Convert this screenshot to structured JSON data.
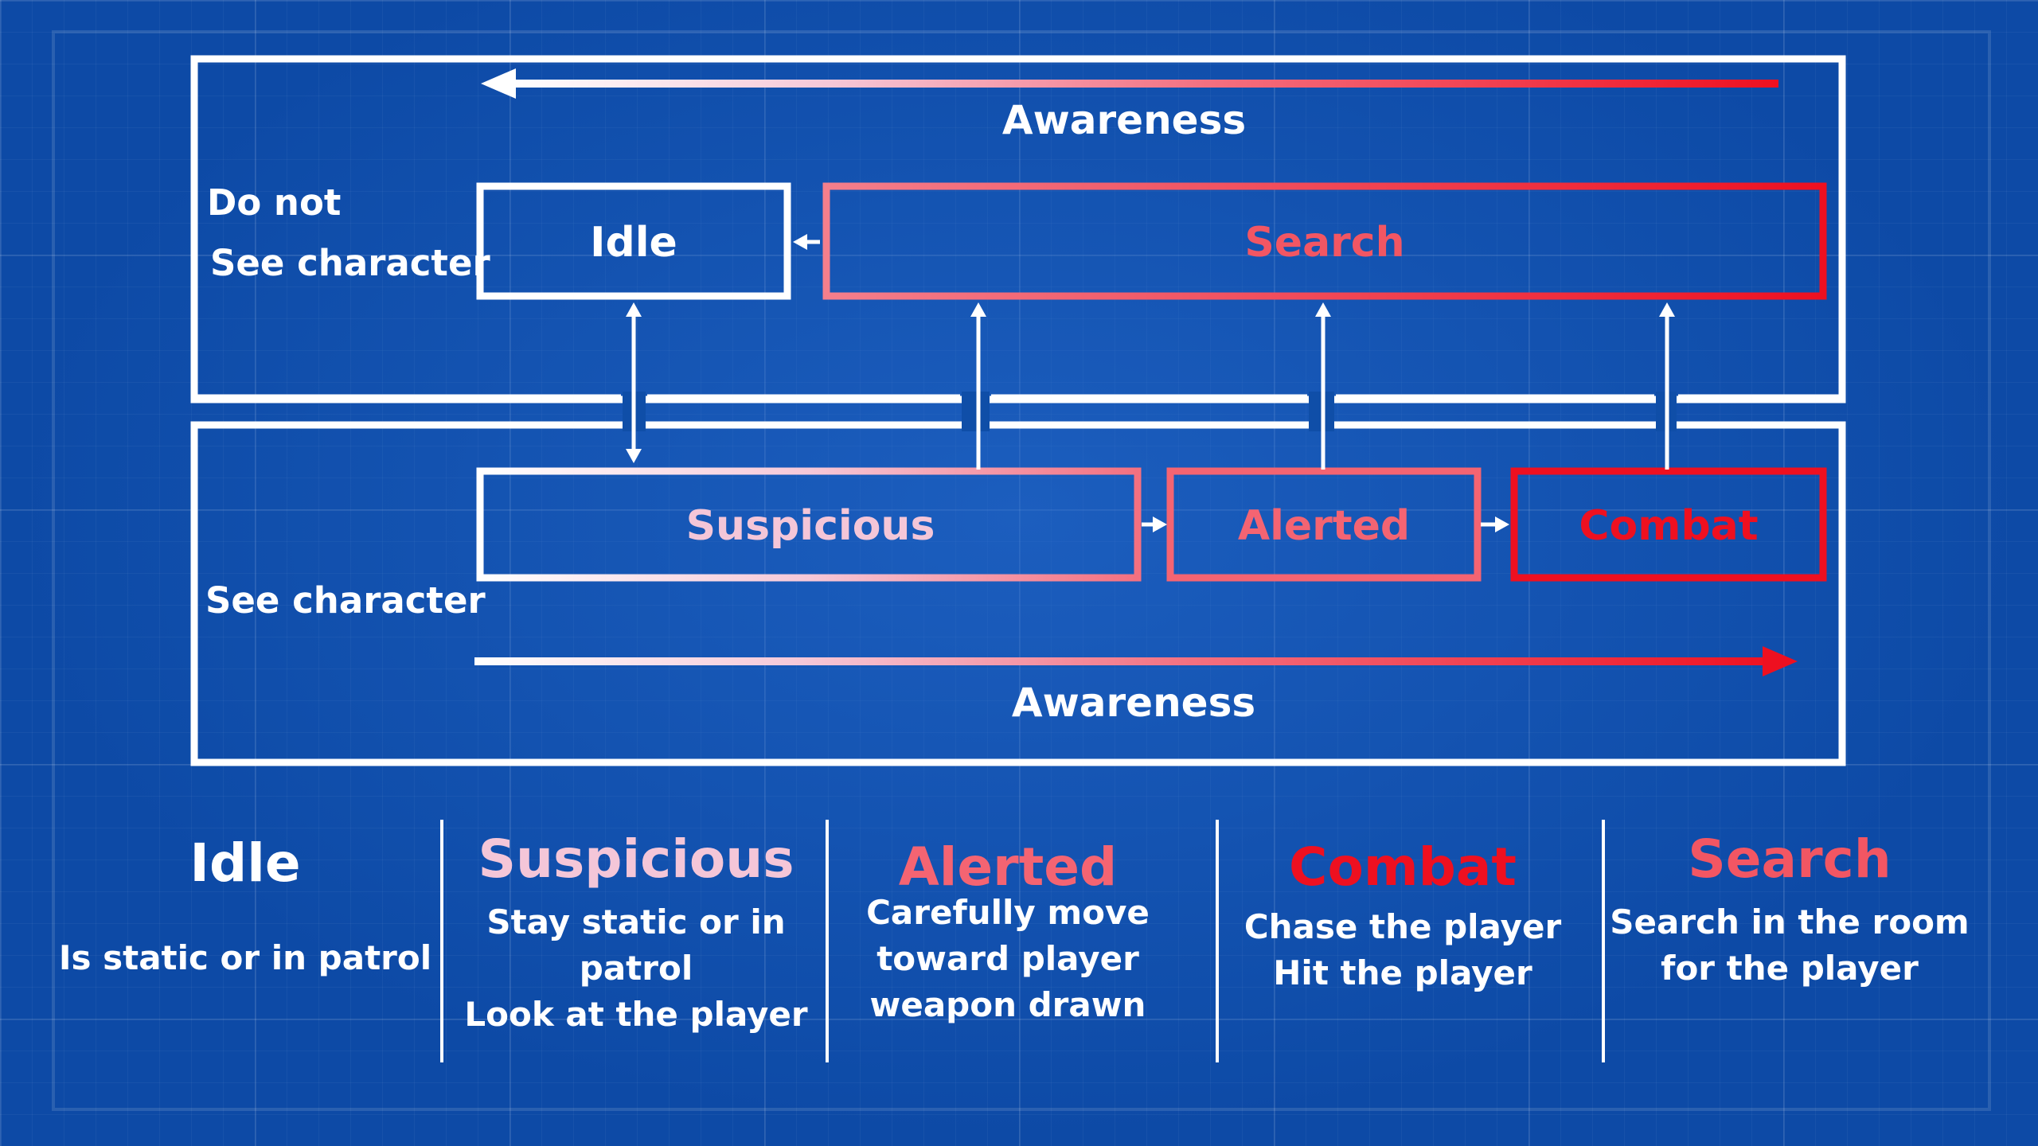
{
  "diagram": {
    "top_region_label_line1": "Do not",
    "top_region_label_line2": "See character",
    "bottom_region_label": "See character",
    "awareness_top": "Awareness",
    "awareness_bottom": "Awareness",
    "states": {
      "idle": "Idle",
      "search": "Search",
      "suspicious": "Suspicious",
      "alerted": "Alerted",
      "combat": "Combat"
    }
  },
  "legend": [
    {
      "title": "Idle",
      "lines": [
        "",
        "Is static or in patrol"
      ],
      "color": "#ffffff"
    },
    {
      "title": "Suspicious",
      "lines": [
        "Stay static or in patrol",
        "Look at the player"
      ],
      "color": "#f4c6d8"
    },
    {
      "title": "Alerted",
      "lines": [
        "Carefully move",
        "toward player",
        "weapon drawn"
      ],
      "color": "#f46472"
    },
    {
      "title": "Combat",
      "lines": [
        "Chase the player",
        "Hit the player"
      ],
      "color": "#ee1020"
    },
    {
      "title": "Search",
      "lines": [
        "Search in the room",
        "for the player"
      ],
      "color": "#f25663"
    }
  ],
  "colors": {
    "background": "#0d4aa6",
    "white": "#ffffff",
    "pink": "#f4c6d8",
    "salmon": "#f46472",
    "red": "#ee1020"
  }
}
